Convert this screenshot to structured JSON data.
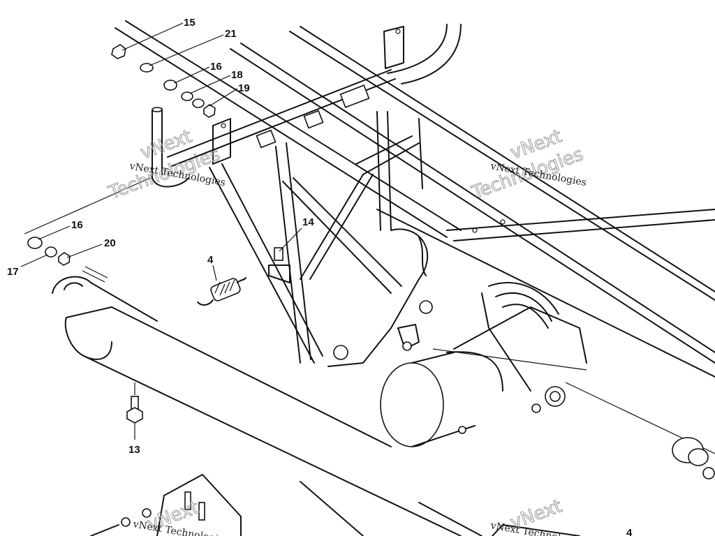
{
  "callouts": [
    {
      "id": "15",
      "label": "15"
    },
    {
      "id": "21",
      "label": "21"
    },
    {
      "id": "16a",
      "label": "16"
    },
    {
      "id": "18",
      "label": "18"
    },
    {
      "id": "19",
      "label": "19"
    },
    {
      "id": "16b",
      "label": "16"
    },
    {
      "id": "20",
      "label": "20"
    },
    {
      "id": "17",
      "label": "17"
    },
    {
      "id": "14",
      "label": "14"
    },
    {
      "id": "4a",
      "label": "4"
    },
    {
      "id": "13",
      "label": "13"
    },
    {
      "id": "4b",
      "label": "4"
    }
  ],
  "watermarks": {
    "text": "vNext Technologies",
    "big_line1": "vNext",
    "big_line2": "Technologies"
  }
}
